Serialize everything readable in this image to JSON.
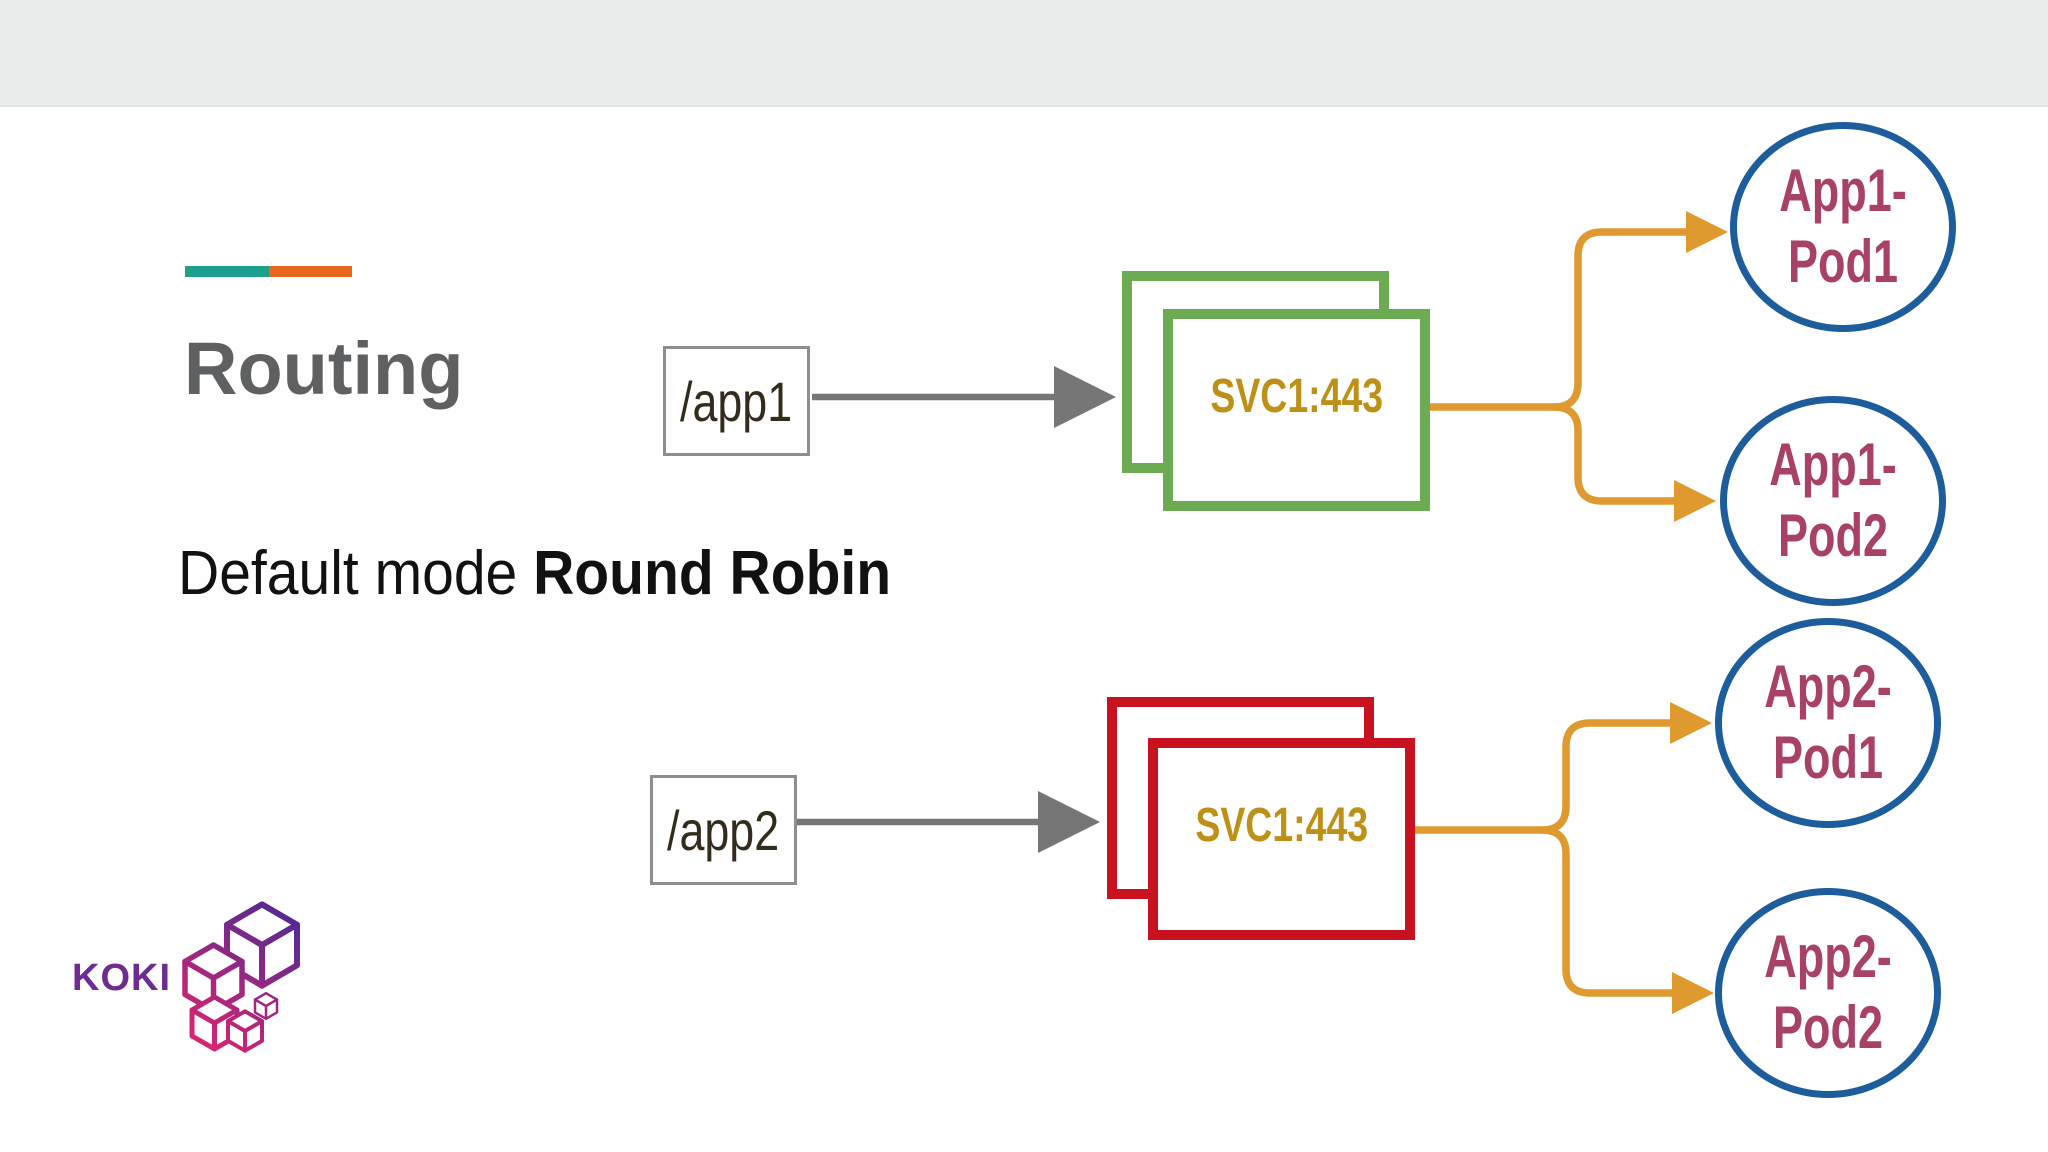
{
  "slide": {
    "title": "Routing",
    "subtitle": {
      "normal": "Default mode ",
      "bold": "Round Robin"
    }
  },
  "flows": [
    {
      "path_label": "/app1",
      "service_label": "SVC1:443",
      "service_color_name": "green",
      "pods": [
        {
          "line1": "App1-",
          "line2": "Pod1"
        },
        {
          "line1": "App1-",
          "line2": "Pod2"
        }
      ]
    },
    {
      "path_label": "/app2",
      "service_label": "SVC1:443",
      "service_color_name": "red",
      "pods": [
        {
          "line1": "App2-",
          "line2": "Pod1"
        },
        {
          "line1": "App2-",
          "line2": "Pod2"
        }
      ]
    }
  ],
  "edges": [
    {
      "from": "/app1",
      "to": "SVC1:443 (green)",
      "style": "gray-arrow"
    },
    {
      "from": "SVC1:443 (green)",
      "to": "App1-Pod1",
      "style": "orange-arrow"
    },
    {
      "from": "SVC1:443 (green)",
      "to": "App1-Pod2",
      "style": "orange-arrow"
    },
    {
      "from": "/app2",
      "to": "SVC1:443 (red)",
      "style": "gray-arrow"
    },
    {
      "from": "SVC1:443 (red)",
      "to": "App2-Pod1",
      "style": "orange-arrow"
    },
    {
      "from": "SVC1:443 (red)",
      "to": "App2-Pod2",
      "style": "orange-arrow"
    }
  ],
  "logo": {
    "text": "KOKI"
  },
  "colors": {
    "page_bg": "#fdfefd",
    "band_gray": "#e9edec",
    "accent_teal": "#1d9e8f",
    "accent_orange": "#e8661f",
    "title_gray": "#5f6062",
    "text_black": "#111111",
    "box_border_gray": "#8e8e8e",
    "path_text": "#332c1d",
    "svc_green": "#6cab51",
    "svc_red": "#c9121f",
    "svc_label_gold": "#bd9118",
    "connector_orange": "#df9a2f",
    "arrow_gray": "#767676",
    "pod_border_blue": "#1e5d9c",
    "pod_text_maroon": "#a84168",
    "logo_purple": "#6e2c90",
    "logo_gradient_pink": "#e8256d",
    "logo_gradient_indigo": "#3e2b98"
  }
}
